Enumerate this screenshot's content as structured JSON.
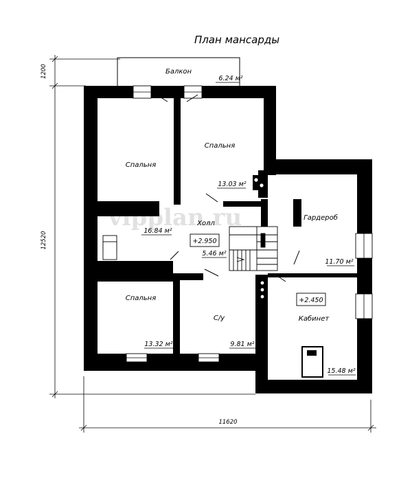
{
  "title": "План мансарды",
  "watermark": "vipplan.ru",
  "rooms": [
    {
      "key": "balcony",
      "name": "Балкон",
      "area": "6.24 м²"
    },
    {
      "key": "bedroom_nw",
      "name": "Спальня",
      "area": "16.84 м²"
    },
    {
      "key": "bedroom_n",
      "name": "Спальня",
      "area": "13.03 м²"
    },
    {
      "key": "hall",
      "name": "Холл",
      "area": "5.46 м²"
    },
    {
      "key": "wardrobe",
      "name": "Гардероб",
      "area": "11.70 м²"
    },
    {
      "key": "bedroom_sw",
      "name": "Спальня",
      "area": "13.32 м²"
    },
    {
      "key": "bathroom",
      "name": "С/у",
      "area": "9.81 м²"
    },
    {
      "key": "office",
      "name": "Кабинет",
      "area": "15.48 м²"
    }
  ],
  "levels": {
    "hall": "+2.950",
    "office": "+2.450"
  },
  "dimensions": {
    "width": "11620",
    "height": "12520",
    "balcony_depth": "1200"
  },
  "colors": {
    "wall": "#000000",
    "line": "#000000",
    "background": "#ffffff",
    "watermark": "#bdbdbd"
  }
}
